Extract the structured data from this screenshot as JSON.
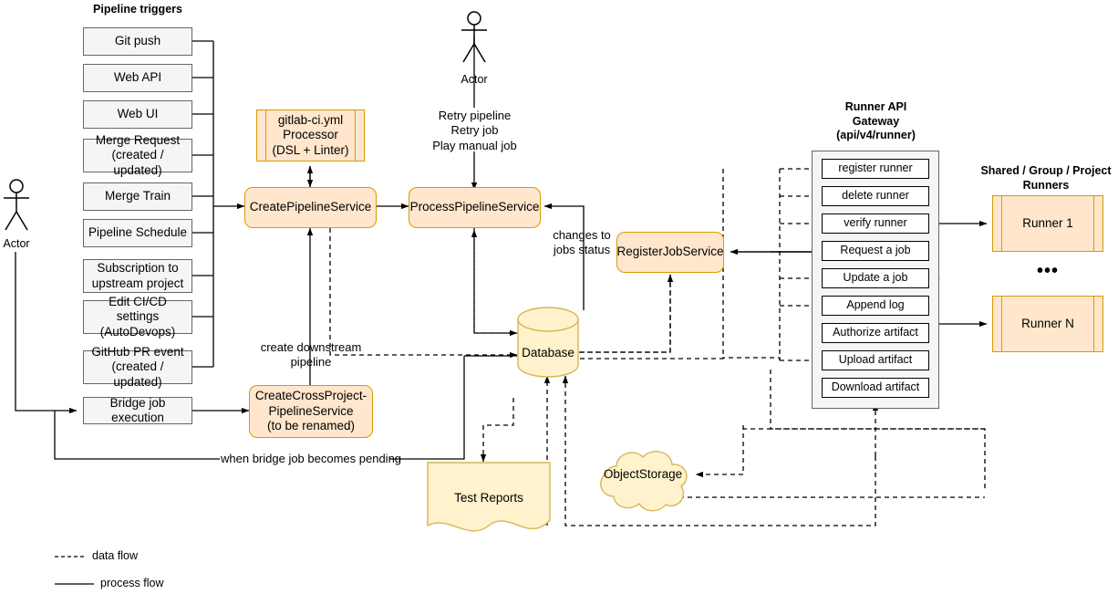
{
  "diagram": {
    "title": "GitLab CI pipeline architecture",
    "colors": {
      "service_fill": "#ffe6cc",
      "service_stroke": "#d79b00",
      "store_fill": "#fff2cc",
      "store_stroke": "#d6b656",
      "trigger_fill": "#f5f5f5",
      "trigger_stroke": "#666666",
      "edge": "#000000"
    }
  },
  "triggers": {
    "heading": "Pipeline triggers",
    "items": [
      {
        "label": "Git push"
      },
      {
        "label": "Web API"
      },
      {
        "label": "Web UI"
      },
      {
        "label": "Merge Request\n(created / updated)"
      },
      {
        "label": "Merge Train"
      },
      {
        "label": "Pipeline Schedule"
      },
      {
        "label": "Subscription to\nupstream project"
      },
      {
        "label": "Edit CI/CD settings\n(AutoDevops)"
      },
      {
        "label": "GitHub PR event\n(created / updated)"
      },
      {
        "label": "Bridge job execution"
      }
    ]
  },
  "actors": {
    "left": "Actor",
    "top": "Actor"
  },
  "services": {
    "yml_processor": "gitlab-ci.yml\nProcessor\n(DSL + Linter)",
    "create_pipeline": "CreatePipelineService",
    "process_pipeline": "ProcessPipelineService",
    "cross_project": "CreateCrossProject-\nPipelineService\n(to be renamed)",
    "register_job": "RegisterJobService"
  },
  "stores": {
    "database": "Database",
    "test_reports": "Test Reports",
    "object_storage": "ObjectStorage"
  },
  "gateway": {
    "heading": "Runner API\nGateway\n(api/v4/runner)",
    "endpoints": [
      {
        "label": "register runner"
      },
      {
        "label": "delete runner"
      },
      {
        "label": "verify runner"
      },
      {
        "label": "Request a job"
      },
      {
        "label": "Update a job"
      },
      {
        "label": "Append log"
      },
      {
        "label": "Authorize artifact"
      },
      {
        "label": "Upload artifact"
      },
      {
        "label": "Download artifact"
      }
    ]
  },
  "runners": {
    "heading": "Shared / Group / Project\nRunners",
    "items": [
      {
        "label": "Runner 1"
      },
      {
        "label": "Runner N"
      }
    ],
    "ellipsis": "•••"
  },
  "edge_labels": {
    "retry": "Retry pipeline\nRetry job\nPlay manual job",
    "changes_to_jobs_status": "changes to\njobs status",
    "create_downstream": "create downstream\npipeline",
    "bridge_pending": "when bridge job becomes pending"
  },
  "legend": {
    "data_flow": "data flow",
    "process_flow": "process flow"
  }
}
